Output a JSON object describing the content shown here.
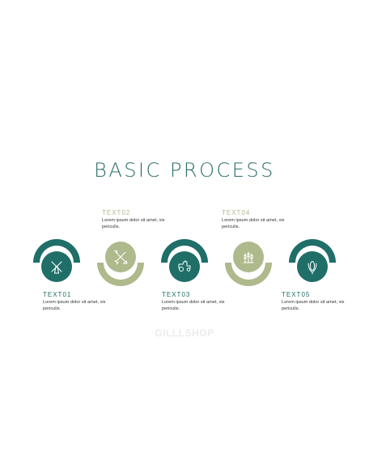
{
  "title": "BASIC PROCESS",
  "colors": {
    "dark": "#1f6e68",
    "light": "#aeb98c",
    "title": "#2c6e68"
  },
  "steps": [
    {
      "label": "TEXT01",
      "desc": "Lorem ipsum dolor sit amet, vis periculis.",
      "icon": "windmill-icon",
      "style": "dark",
      "text_pos": "below"
    },
    {
      "label": "TEXT02",
      "desc": "Lorem ipsum dolor sit amet, vis periculis.",
      "icon": "shovel-rake-icon",
      "style": "light",
      "text_pos": "above"
    },
    {
      "label": "TEXT03",
      "desc": "Lorem ipsum dolor sit amet, vis periculis.",
      "icon": "tractor-icon",
      "style": "dark",
      "text_pos": "below"
    },
    {
      "label": "TEXT04",
      "desc": "Lorem ipsum dolor sit amet, vis periculis.",
      "icon": "wheat-field-icon",
      "style": "light",
      "text_pos": "above"
    },
    {
      "label": "TEXT05",
      "desc": "Lorem ipsum dolor sit amet, vis periculis.",
      "icon": "corn-icon",
      "style": "dark",
      "text_pos": "below"
    }
  ],
  "watermark": "GILLLSHOP"
}
